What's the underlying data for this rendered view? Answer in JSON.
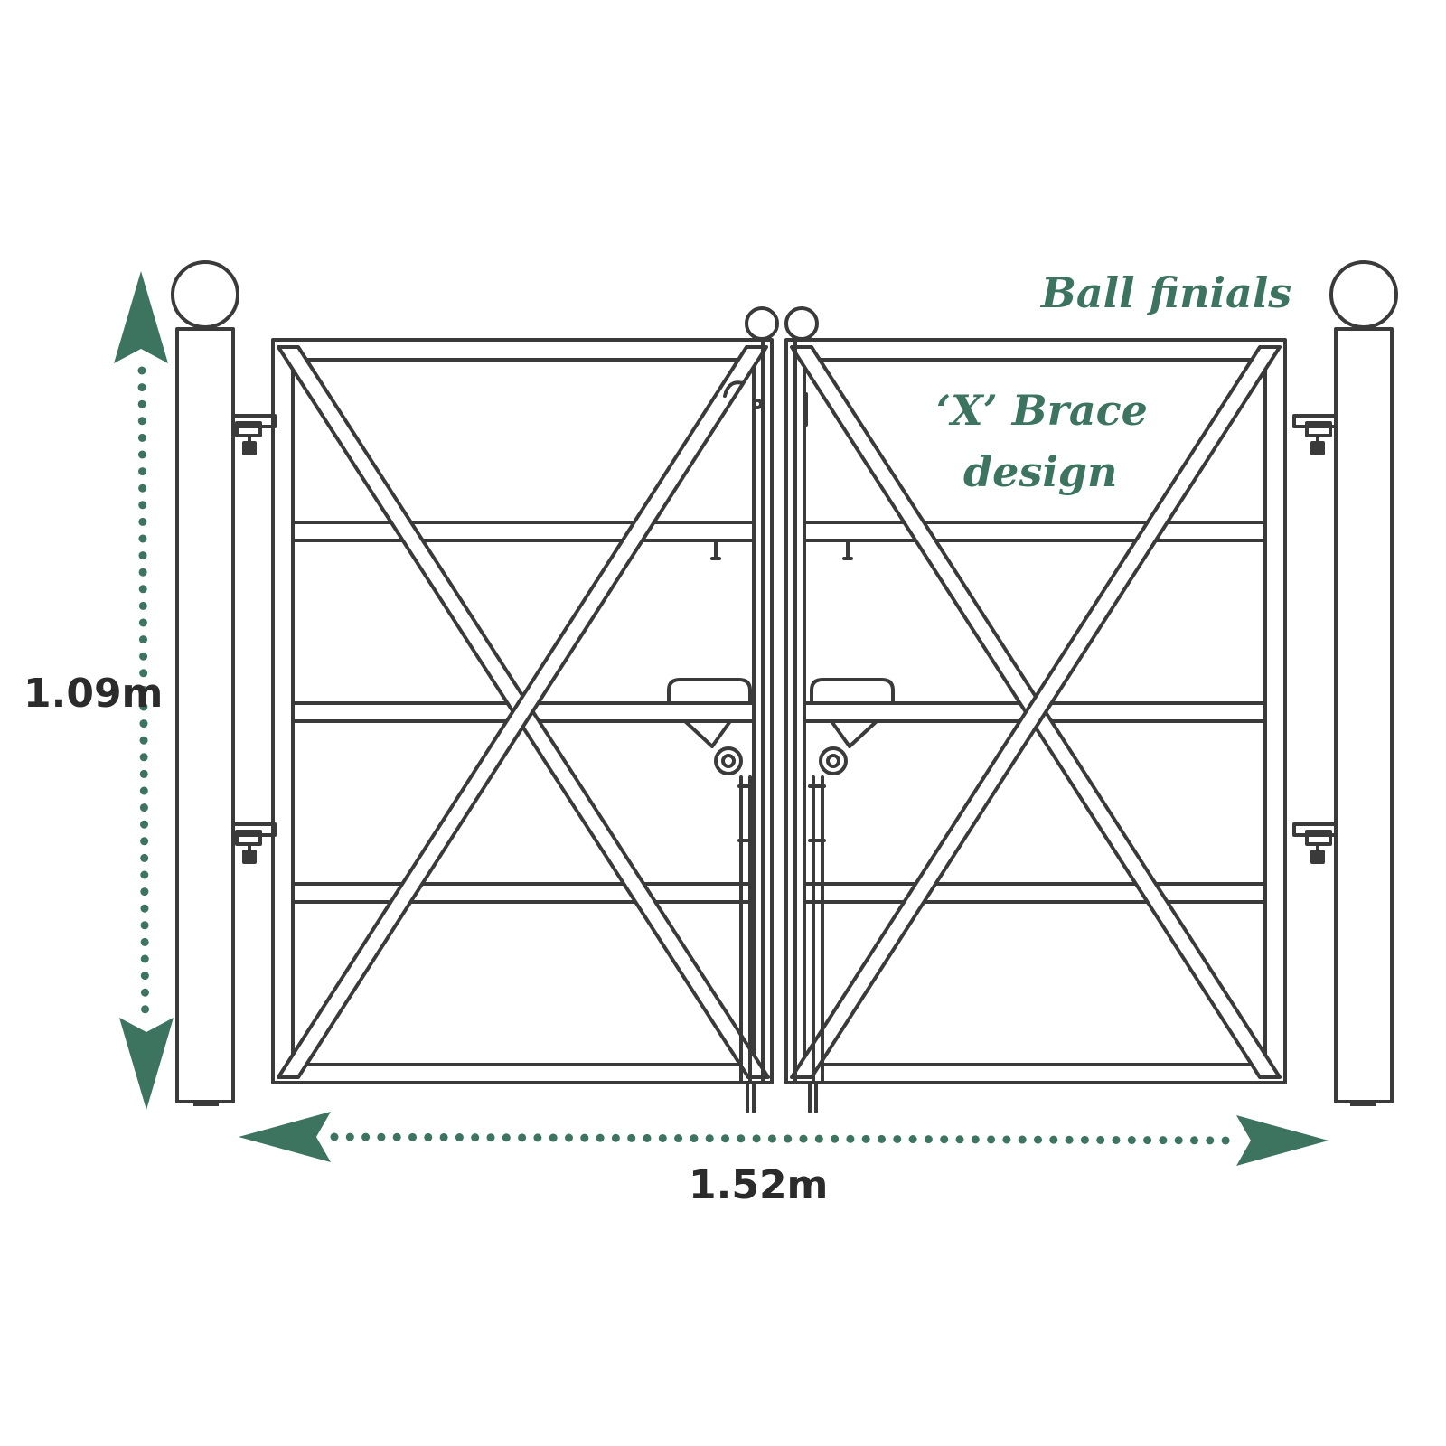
{
  "dimensions": {
    "height_label": "1.09m",
    "width_label": "1.52m"
  },
  "annotations": {
    "finials_label": "Ball finials",
    "brace_label_line1": "‘X’ Brace",
    "brace_label_line2": "design"
  },
  "colors": {
    "accent": "#3d7460",
    "line": "#3a3a3a",
    "dimension_text": "#2b2b2b"
  }
}
